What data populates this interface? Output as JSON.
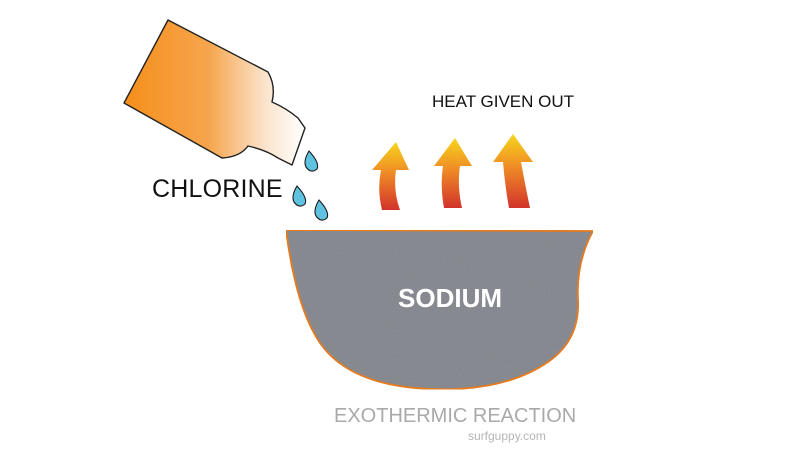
{
  "labels": {
    "chlorine": "CHLORINE",
    "heat": "HEAT GIVEN OUT",
    "sodium": "SODIUM",
    "reaction": "EXOTHERMIC REACTION",
    "source": "surfguppy.com"
  },
  "colors": {
    "bottle_dark": "#f5901f",
    "bottle_light": "#ffffff",
    "bottle_outline": "#222222",
    "drop_fill": "#5fc2e0",
    "drop_outline": "#1a1a1a",
    "arrow_top": "#f7d51c",
    "arrow_bottom": "#d2332b",
    "bowl_fill": "#8c9096",
    "bowl_rim": "#f0801e"
  },
  "icons": {
    "bottle": "bottle-icon",
    "drop": "droplet-icon",
    "heat_arrow": "heat-arrow-icon"
  }
}
